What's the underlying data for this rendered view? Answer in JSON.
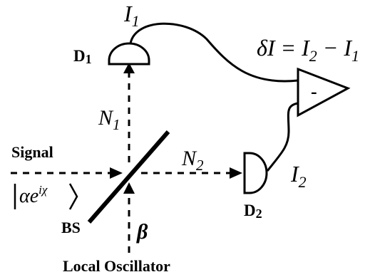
{
  "labels": {
    "i1": "I",
    "i1_sub": "1",
    "i2": "I",
    "i2_sub": "2",
    "d1": "D",
    "d1_sub": "1",
    "d2": "D",
    "d2_sub": "2",
    "n1": "N",
    "n1_sub": "1",
    "n2": "N",
    "n2_sub": "2",
    "delta_i": "δI = I",
    "delta_i_sub1": "2",
    "delta_i_mid": " − I",
    "delta_i_sub2": "1",
    "signal": "Signal",
    "signal_state": "αe",
    "signal_state_sup": "iχ",
    "bs": "BS",
    "beta": "β",
    "local_oscillator": "Local Oscillator",
    "amplifier_sign": "-"
  },
  "colors": {
    "stroke": "#000000",
    "background": "#ffffff"
  }
}
